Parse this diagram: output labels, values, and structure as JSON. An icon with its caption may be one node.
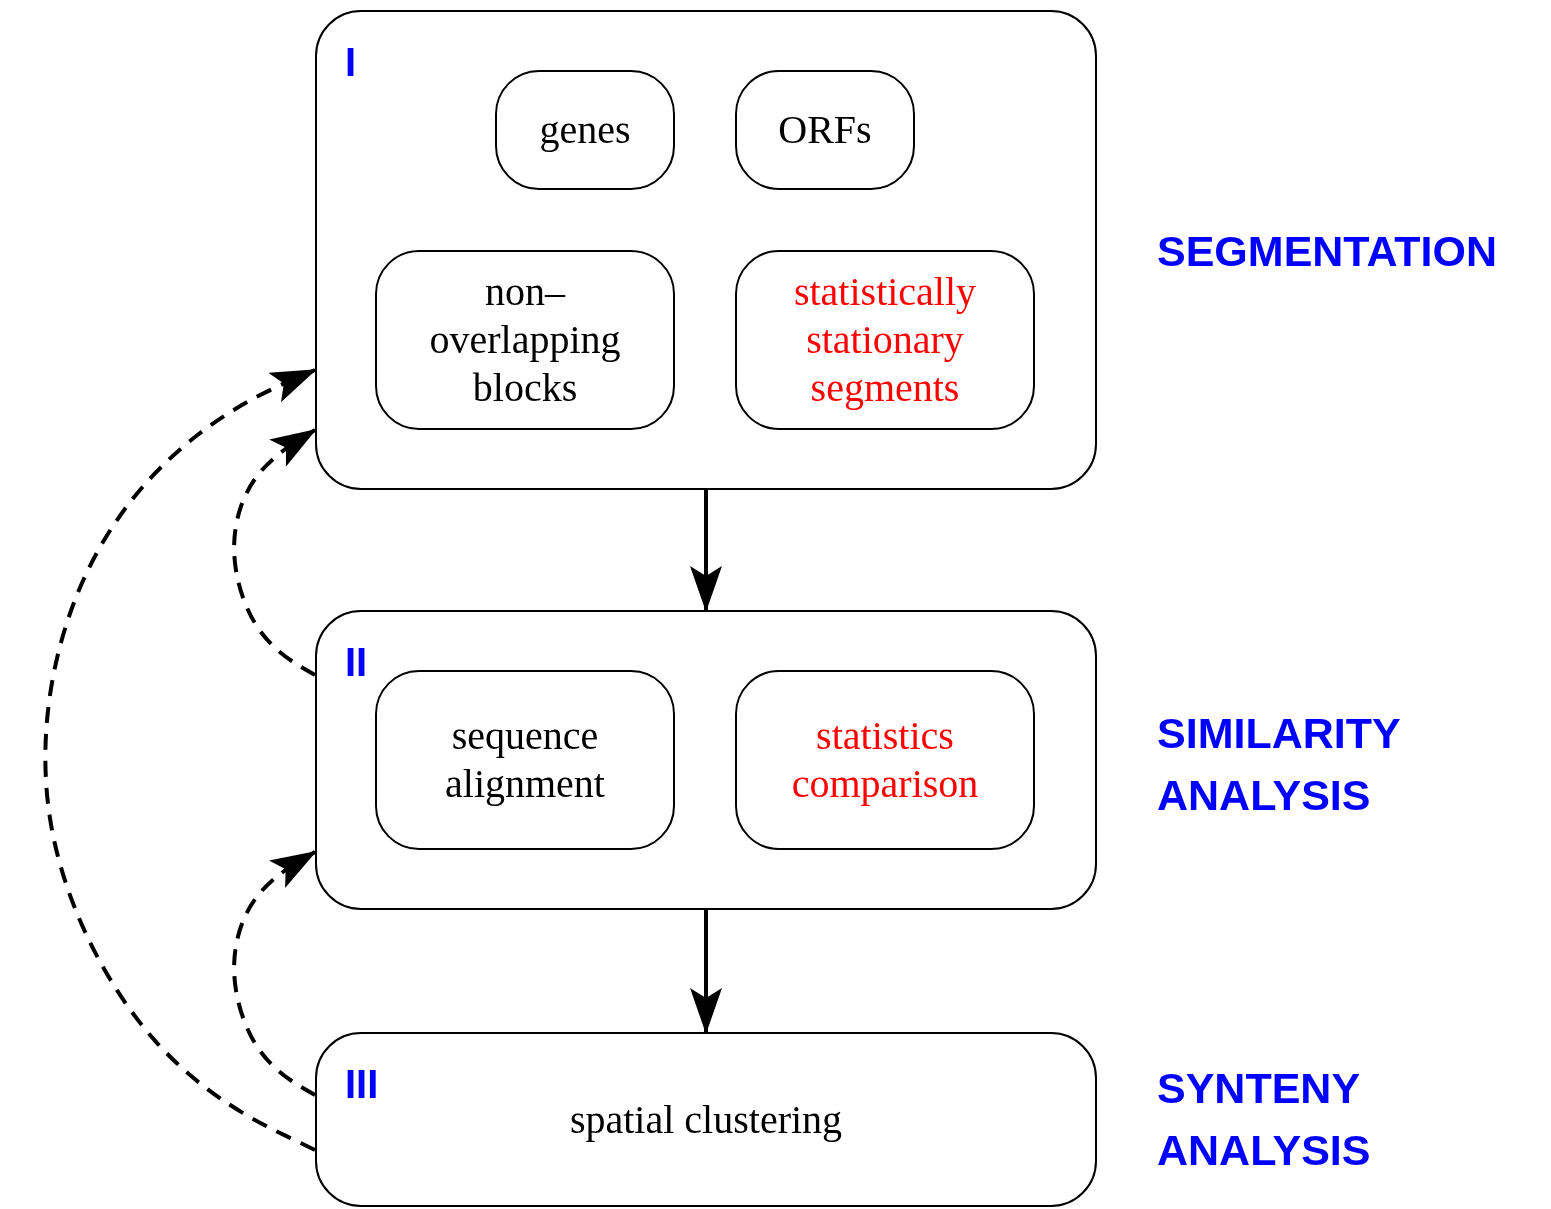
{
  "diagram": {
    "nodes": [
      {
        "text": [
          "I"
        ],
        "beside": [
          "SEGMENTATION"
        ]
      },
      {
        "text": [
          "genes"
        ],
        "in": 0
      },
      {
        "text": [
          "ORFs"
        ],
        "in": 0
      },
      {
        "text": [
          "non– overlapping blocks"
        ],
        "in": 0
      },
      {
        "text": [
          "statistically stationary segments"
        ],
        "in": 0
      },
      {
        "text": [
          "II"
        ],
        "beside": [
          "SIMILARITY ANALYSIS"
        ]
      },
      {
        "text": [
          "sequence alignment"
        ],
        "in": 5
      },
      {
        "text": [
          "statistics comparison"
        ],
        "in": 5
      },
      {
        "text": [
          "III",
          "spatial clustering"
        ],
        "beside": [
          "SYNTENY ANALYSIS"
        ]
      }
    ],
    "edges": [
      {
        "from": 0,
        "to": 5,
        "arrow": "to"
      },
      {
        "from": 5,
        "to": 8,
        "arrow": "to"
      },
      {
        "from": 5,
        "to": 0,
        "arrow": "to",
        "style": "dashed"
      },
      {
        "from": 8,
        "to": 5,
        "arrow": "to",
        "style": "dashed"
      },
      {
        "from": 8,
        "to": 0,
        "arrow": "to",
        "style": "dashed"
      }
    ]
  }
}
